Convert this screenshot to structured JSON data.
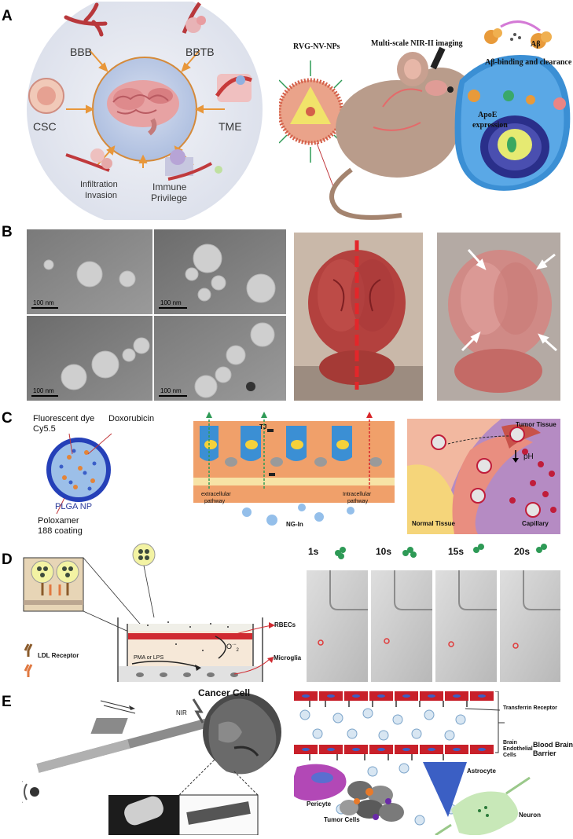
{
  "colors": {
    "circle_bg": "#e7eaf2",
    "inner_circle": "#b9c7e3",
    "arrow_orange": "#e8973a",
    "brain_pink": "#e9a3a5",
    "tem_gray": "#8a8a8a",
    "brain_tissue": "#b94a48",
    "membrane_blue": "#3b5fc4",
    "nanoparticle_body": "#8fb9e6",
    "capillary_pink": "#f2a28c",
    "tumor_purple": "#b58bc3",
    "endothelial_red": "#c8202a"
  },
  "panels": {
    "a": {
      "label": "A",
      "circle": {
        "bbb": "BBB",
        "bbtb": "BBTB",
        "csc": "CSC",
        "tme": "TME",
        "infiltration": "Infiltration",
        "invasion": "Invasion",
        "immune": "Immune",
        "privilege": "Privilege"
      },
      "mouse": {
        "np_label": "RVG-NV-NPs",
        "imaging": "Multi-scale NIR-II imaging",
        "abeta": "Aβ",
        "clearance": "Aβ-binding and clearance",
        "apoe1": "ApoE",
        "apoe2": "expression"
      }
    },
    "b": {
      "label": "B",
      "scale_bars": [
        "100 nm",
        "100 nm",
        "100 nm",
        "100 nm"
      ]
    },
    "c": {
      "label": "C",
      "np": {
        "dye": "Fluorescent dye",
        "cy": "Cy5.5",
        "dox": "Doxorubicin",
        "plga": "PLGA NP",
        "polox1": "Poloxamer",
        "polox2": "188 coating"
      },
      "barrier": {
        "tj": "TJ",
        "extra1": "extracellular",
        "extra2": "pathway",
        "intra1": "Intracellular",
        "intra2": "pathway",
        "ngin": "NG-In"
      },
      "tumor": {
        "tumor_tissue": "Tumor Tissue",
        "ph": "pH",
        "normal": "Normal Tissue",
        "capillary": "Capillary"
      }
    },
    "d": {
      "label": "D",
      "rbecs": "RBECs",
      "ldl": "LDL Receptor",
      "pma": "PMA or LPS",
      "o2": "O",
      "o2sup": "·−",
      "o2sub": "2",
      "microglia": "Microglia",
      "times": [
        "1s",
        "10s",
        "15s",
        "20s"
      ]
    },
    "e": {
      "label": "E",
      "cancer_cell": "Cancer Cell",
      "nir": "NIR",
      "transferrin": "Transferrin Receptor",
      "bec1": "Brain",
      "bec2": "Endothelial",
      "bec3": "Cells",
      "bbb1": "Blood Brain",
      "bbb2": "Barrier",
      "pericyte": "Pericyte",
      "astrocyte": "Astrocyte",
      "tumor_cells": "Tumor Cells",
      "neuron": "Neuron"
    }
  }
}
